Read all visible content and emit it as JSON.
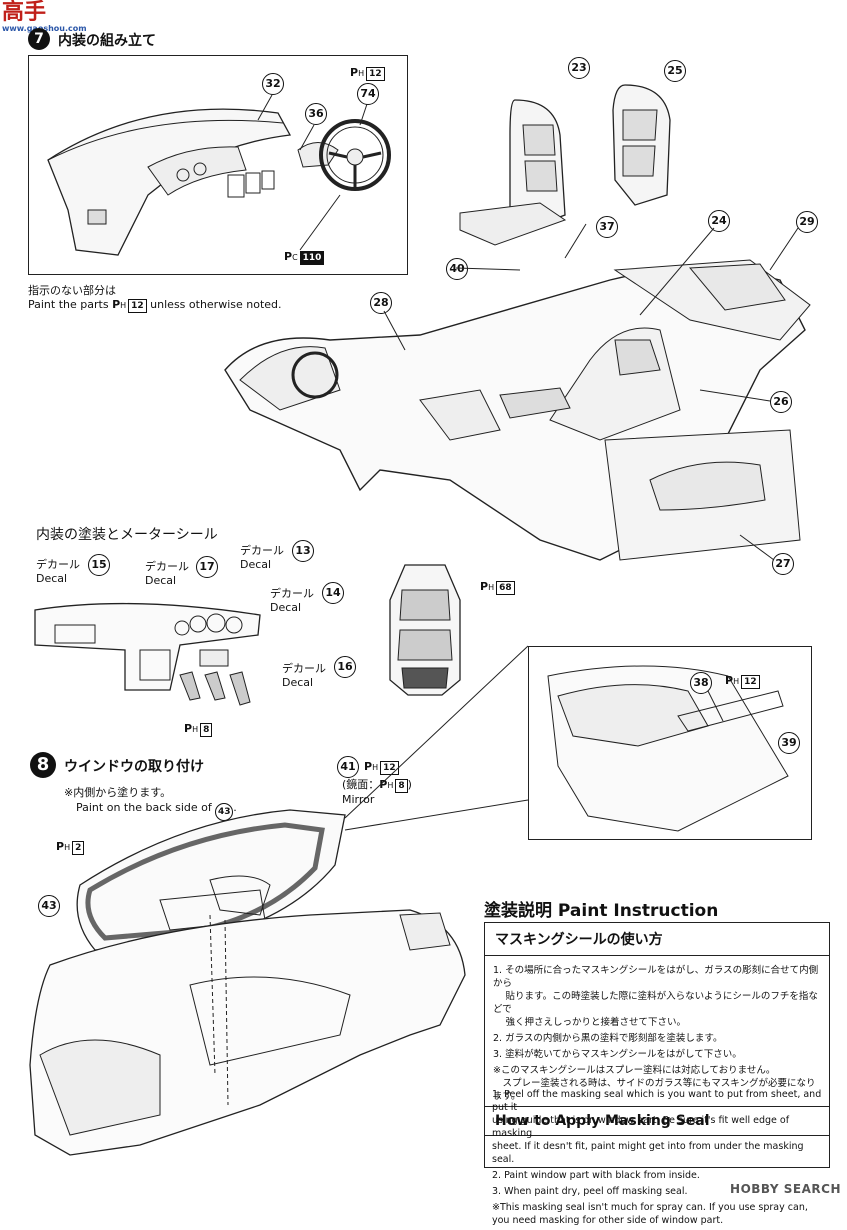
{
  "watermark": {
    "site_main": "高手",
    "site_sub": "www.gaoshou.com",
    "bottom": "HOBBY SEARCH"
  },
  "step7": {
    "title": "内装の組み立て",
    "note_jp": "指示のない部分は",
    "note_en_prefix": "Paint the parts",
    "note_en_suffix": "unless otherwise noted.",
    "parts": {
      "p32": "32",
      "p36": "36",
      "p74": "74",
      "p23": "23",
      "p25": "25",
      "p37": "37",
      "p40": "40",
      "p24": "24",
      "p29": "29",
      "p28": "28",
      "p26": "26",
      "p27": "27"
    },
    "paint_codes": {
      "h12": "12",
      "c110": "110",
      "h12b": "12"
    }
  },
  "meter": {
    "title": "内装の塗装とメーターシール",
    "decal_label_jp": "デカール",
    "decal_label_en": "Decal",
    "decals": {
      "d15": "15",
      "d17": "17",
      "d13": "13",
      "d14": "14",
      "d16": "16"
    },
    "paint_h8": "8",
    "paint_h68": "68"
  },
  "step8": {
    "number": "8",
    "title": "ウインドウの取り付け",
    "note_jp": "※内側から塗ります。",
    "note_en": "Paint on the back side of",
    "note_part": "43",
    "parts": {
      "p41": "41",
      "p43": "43",
      "p38": "38",
      "p39": "39"
    },
    "paint_h12": "12",
    "mirror_jp_prefix": "(鏡面：",
    "mirror_h8": "8",
    "mirror_jp_suffix": ")",
    "mirror_en": "Mirror",
    "paint_h2": "2",
    "paint_h12b": "12"
  },
  "paint_instruction": {
    "title": "塗装説明 Paint Instruction",
    "jp_box_title": "マスキングシールの使い方",
    "jp_lines": [
      "1. その場所に合ったマスキングシールをはがし、ガラスの彫刻に合せて内側から",
      "　 貼ります。この時塗装した際に塗料が入らないようにシールのフチを指などで",
      "　 強く押さえしっかりと接着させて下さい。",
      "2. ガラスの内側から黒の塗料で彫刻部を塗装します。",
      "3. 塗料が乾いてからマスキングシールをはがして下さい。",
      "※このマスキングシールはスプレー塗料には対応しておりません。",
      "　スプレー塗装される時は、サイドのガラス等にもマスキングが必要になります。"
    ],
    "en_box_title": "How to Apply Masking Seal",
    "en_lines": [
      "1. Peel off the masking seal which is you want to put from sheet, and put it",
      "   using guide that is on window part. Be sure it's fit well edge of masking",
      "   sheet. If it desn't fit, paint might get into from under the masking seal.",
      "2. Paint window part with black from inside.",
      "3. When paint dry, peel off masking seal.",
      "※This masking seal isn't much for spray can. If you use spray can,",
      "   you need masking for other side of window part."
    ]
  }
}
